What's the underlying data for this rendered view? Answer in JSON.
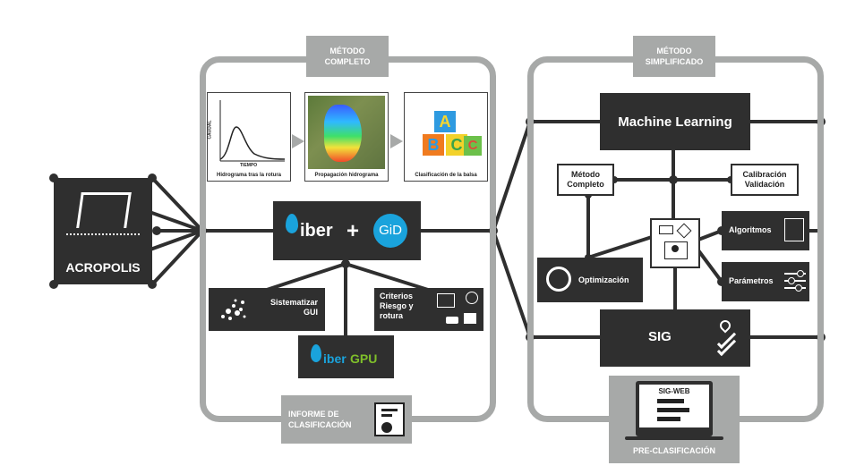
{
  "acropolis": {
    "label": "ACROPOLIS"
  },
  "complete": {
    "tag": "MÉTODO\nCOMPLETO",
    "steps": [
      {
        "caption": "Hidrograma tras la rotura",
        "ylabel": "CAUDAL",
        "xlabel": "TIEMPO"
      },
      {
        "caption": "Propagación hidrograma"
      },
      {
        "caption": "Clasificación de la balsa",
        "blocks": [
          "A",
          "B",
          "C",
          "C"
        ]
      }
    ],
    "iber_logo": "iber",
    "plus": "+",
    "gid_logo": "GiD",
    "sistematizar": "Sistematizar\nGUI",
    "criterios": "Criterios\nRiesgo y\nrotura",
    "ibergpu_a": "iber",
    "ibergpu_b": "GPU",
    "informe": "INFORME DE\nCLASIFICACIÓN"
  },
  "simplified": {
    "tag": "MÉTODO\nSIMPLIFICADO",
    "ml": "Machine Learning",
    "metodo_completo": "Método\nCompleto",
    "calibracion": "Calibración\nValidación",
    "algoritmos": "Algoritmos",
    "optimizacion": "Optimización",
    "parametros": "Parámetros",
    "sig": "SIG",
    "sigweb": "SIG-WEB",
    "preclasificacion": "PRE-CLASIFICACIÓN"
  },
  "colors": {
    "dark": "#2f2f2f",
    "panel": "#a7a9a8",
    "iber_blue": "#1aa3dc",
    "gpu_green": "#7fbf2a"
  }
}
